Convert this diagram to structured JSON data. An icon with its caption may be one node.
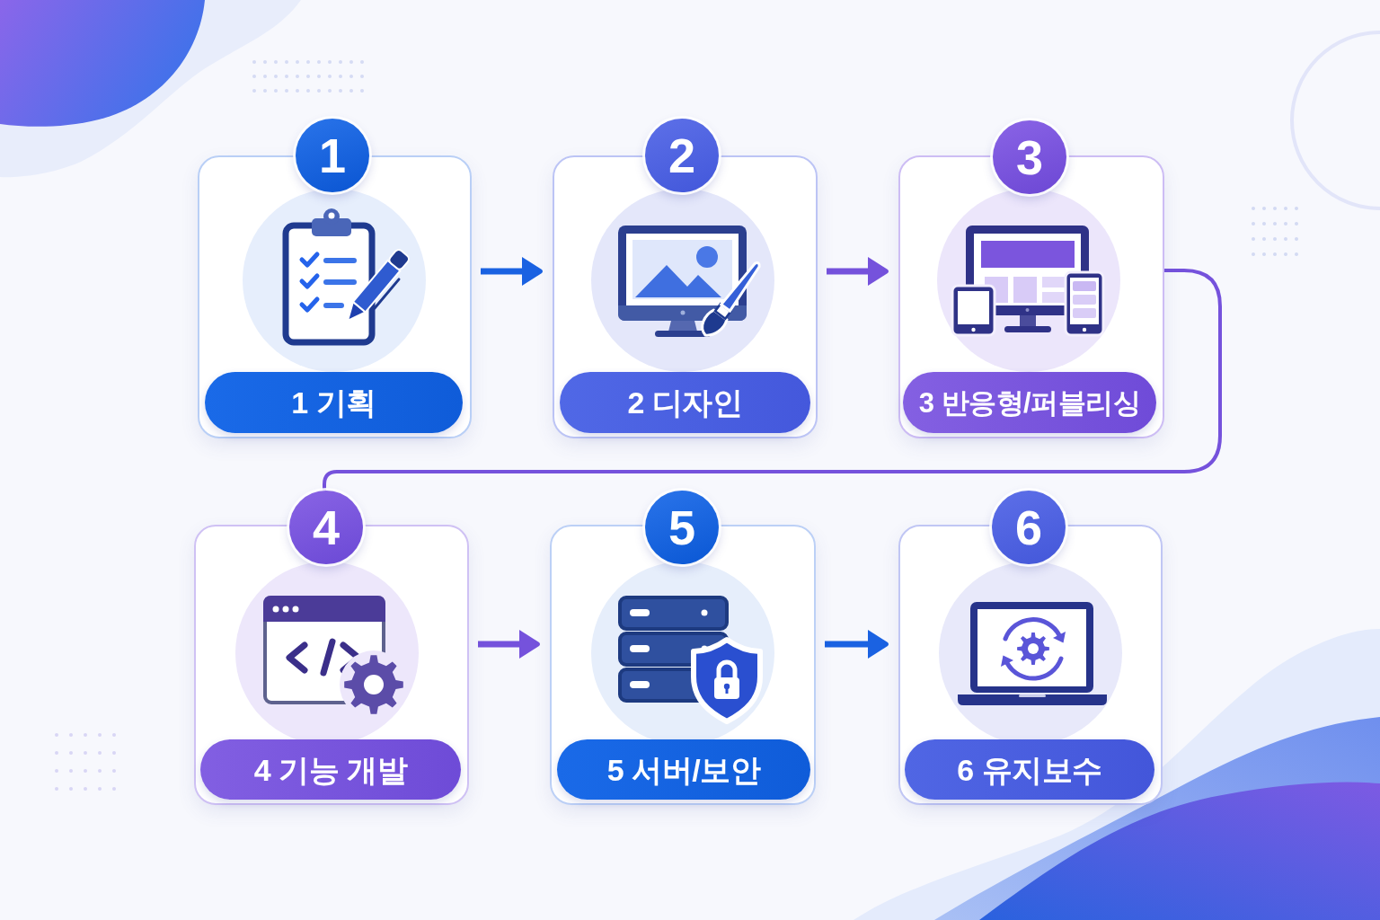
{
  "diagram": {
    "nodes": [
      {
        "text": [],
        "shape": "box"
      },
      {
        "text": [
          "1"
        ]
      },
      {
        "text": [
          "1 기획"
        ],
        "in": 0
      },
      {
        "text": [],
        "shape": "box"
      },
      {
        "text": [
          "2"
        ]
      },
      {
        "text": [
          "2 디자인"
        ],
        "in": 3
      },
      {
        "text": [],
        "shape": "box"
      },
      {
        "text": [
          "3"
        ]
      },
      {
        "text": [
          "3 반응형/퍼블리싱"
        ],
        "in": 6
      },
      {
        "text": [],
        "shape": "box"
      },
      {
        "text": [
          "4"
        ]
      },
      {
        "text": [
          "4 기능 개발"
        ],
        "in": 9
      },
      {
        "text": [],
        "shape": "box"
      },
      {
        "text": [
          "5"
        ]
      },
      {
        "text": [
          "5 서버/보안"
        ],
        "in": 12
      },
      {
        "text": [],
        "shape": "box"
      },
      {
        "text": [
          "6"
        ]
      },
      {
        "text": [
          "6 유지보수"
        ],
        "in": 15
      }
    ],
    "edges": [
      {
        "from": 0,
        "to": 3,
        "arrow": "to",
        "color": "#1a62e2"
      },
      {
        "from": 3,
        "to": 6,
        "arrow": "to"
      },
      {
        "from": 6,
        "to": 10,
        "arrow": "none"
      },
      {
        "from": 9,
        "to": 12,
        "arrow": "to"
      },
      {
        "from": 12,
        "to": 15,
        "arrow": "to",
        "color": "#1a62e2"
      }
    ]
  }
}
